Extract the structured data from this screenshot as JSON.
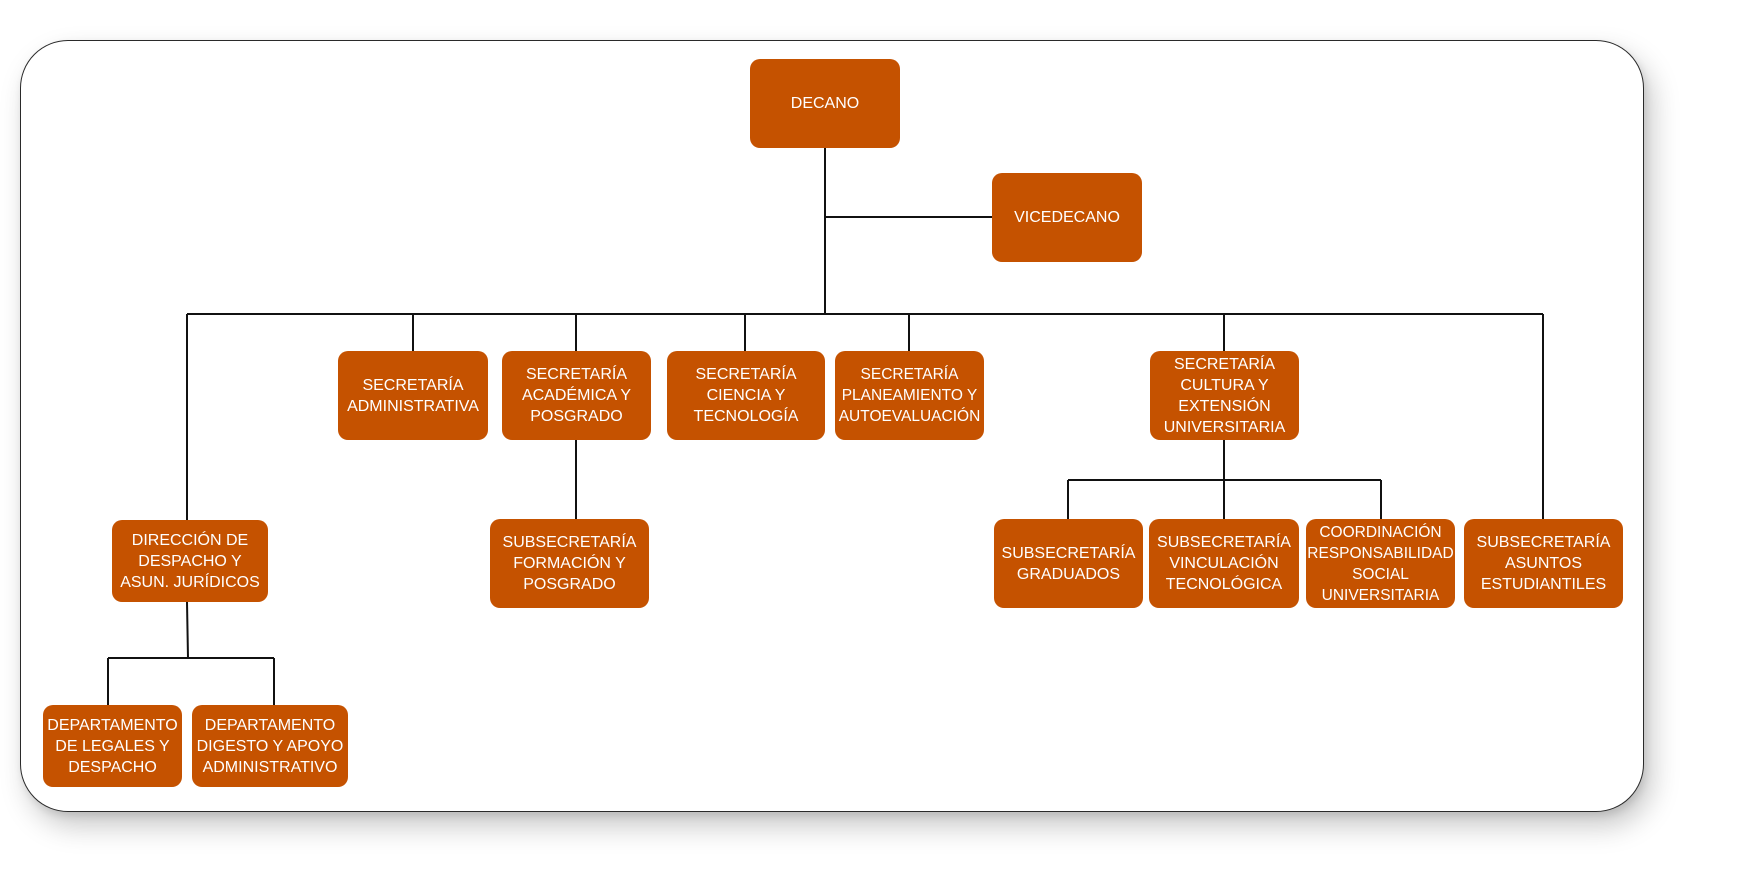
{
  "org_chart": {
    "colors": {
      "box_fill": "#c55200",
      "box_text": "#ffffff",
      "connector": "#111111",
      "frame_border": "#2a2a2a"
    },
    "decano": "DECANO",
    "vicedecano": "VICEDECANO",
    "sec_administrativa": "SECRETARÍA\nADMINISTRATIVA",
    "sec_academica": "SECRETARÍA\nACADÉMICA Y\nPOSGRADO",
    "sec_ciencia": "SECRETARÍA\nCIENCIA Y\nTECNOLOGÍA",
    "sec_planeamiento": "SECRETARÍA\nPLANEAMIENTO Y\nAUTOEVALUACIÓN",
    "sec_cultura": "SECRETARÍA\nCULTURA Y\nEXTENSIÓN\nUNIVERSITARIA",
    "direccion_despacho": "DIRECCIÓN DE\nDESPACHO Y\nASUN. JURÍDICOS",
    "subsec_formacion": "SUBSECRETARÍA\nFORMACIÓN Y\nPOSGRADO",
    "subsec_graduados": "SUBSECRETARÍA\nGRADUADOS",
    "subsec_vinculacion": "SUBSECRETARÍA\nVINCULACIÓN\nTECNOLÓGICA",
    "coord_responsabilidad": "COORDINACIÓN\nRESPONSABILIDAD\nSOCIAL\nUNIVERSITARIA",
    "subsec_asuntos": "SUBSECRETARÍA\nASUNTOS\nESTUDIANTILES",
    "dep_legales": "DEPARTAMENTO\nDE LEGALES Y\nDESPACHO",
    "dep_digesto": "DEPARTAMENTO\nDIGESTO Y APOYO\nADMINISTRATIVO"
  }
}
